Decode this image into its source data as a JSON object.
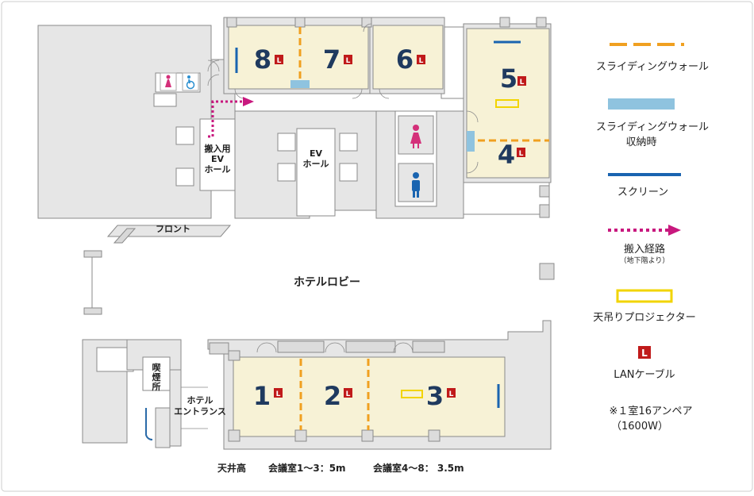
{
  "rooms": {
    "r1": "1",
    "r2": "2",
    "r3": "3",
    "r4": "4",
    "r5": "5",
    "r6": "6",
    "r7": "7",
    "r8": "8"
  },
  "lan_marker": "L",
  "labels": {
    "front": "フロント",
    "lobby": "ホテルロビー",
    "ev_hall": [
      "EV",
      "ホール"
    ],
    "cargo_ev": [
      "搬入用",
      "EV",
      "ホール"
    ],
    "smoking": [
      "喫",
      "煙",
      "所"
    ],
    "entrance": [
      "ホテル",
      "エントランス"
    ]
  },
  "footer": {
    "ceiling_label": "天井高",
    "rooms_1_3": "会議室1～3：5m",
    "rooms_4_8": "会議室4～8： 3.5m"
  },
  "legend": {
    "sliding_wall": "スライディングウォール",
    "sliding_wall_stored": [
      "スライディングウォール",
      "収納時"
    ],
    "screen": "スクリーン",
    "carry_route": "搬入経路",
    "carry_route_note": "（地下階より）",
    "projector": "天吊りプロジェクター",
    "lan_cable": "LANケーブル",
    "power_note": [
      "※１室16アンペア",
      "（1600W）"
    ]
  },
  "colors": {
    "room_fill": "#f7f2d6",
    "sliding_wall": "#f0a020",
    "sliding_stored": "#8fc3df",
    "screen": "#1a64b0",
    "route": "#c8187e",
    "projector": "#f2d400",
    "lan": "#c01a1a",
    "room_number": "#1f3a5f",
    "female": "#d4307a",
    "male": "#1a64b0",
    "accessible": "#2a8fd0"
  },
  "icons": [
    "female-restroom-icon",
    "accessible-restroom-icon",
    "male-restroom-icon"
  ]
}
